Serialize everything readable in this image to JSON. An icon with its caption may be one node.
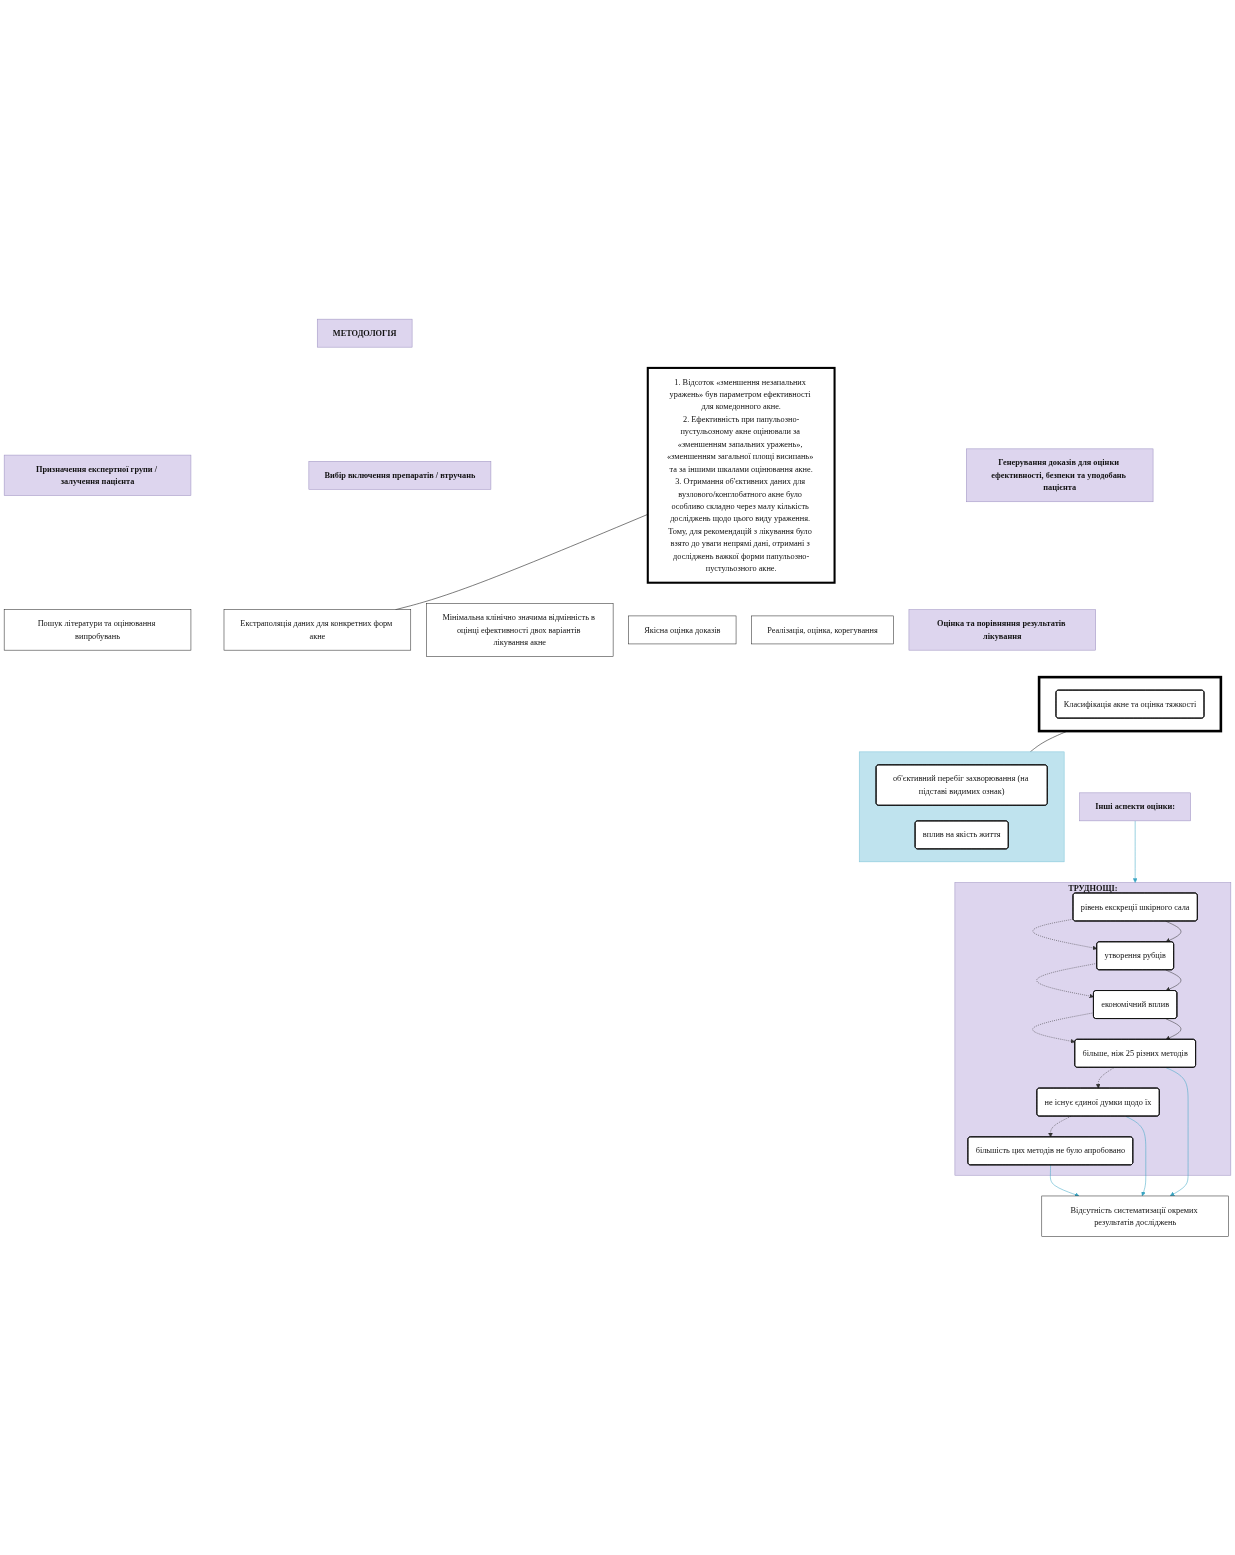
{
  "diagram": {
    "nodes": [
      {
        "text": [
          "МЕТОДОЛОГІЯ"
        ]
      },
      {
        "text": [
          "Призначення експертної групи / залучення пацієнта"
        ]
      },
      {
        "text": [
          "Вибір включення препаратів / втручань"
        ]
      },
      {
        "text": [
          "Генерування доказів для оцінки ефективності, безпеки та уподобань пацієнта"
        ]
      },
      {
        "text": [
          "Пошук літератури та оцінювання випробувань"
        ]
      },
      {
        "text": [
          "Екстраполяція даних для конкретних форм акне"
        ]
      },
      {
        "text": [
          "Мінімальна клінічно значима відмінність в оцінці ефективності двох варіантів лікування акне"
        ]
      },
      {
        "text": [
          "Якісна оцінка доказів"
        ]
      },
      {
        "text": [
          "Реалізація, оцінка, корегування"
        ]
      },
      {
        "text": [
          "1. Відсоток «зменшення незапальних уражень» був параметром ефективності для комедонного акне.",
          "2. Ефективність при папульозно-пустульозному акне оцінювали за «зменшенням запальних уражень», «зменшенням загальної площі висипань» та за іншими шкалами оцінювання акне.",
          "3. Отримання об'єктивних даних для вузлового/конглобатного акне було особливо складно через малу кількість досліджень щодо цього виду ураження. Тому, для рекомендацій з лікування було взято до уваги непрямі дані, отримані з досліджень важкої форми папульозно-пустульозного акне."
        ]
      },
      {
        "text": [
          "Оцінка та порівняння результатів лікування"
        ]
      },
      {
        "text": [],
        "shape": "box"
      },
      {
        "text": [
          "Класифікація акне та оцінка тяжкості"
        ],
        "in": 11
      },
      {
        "text": [],
        "shape": "box"
      },
      {
        "text": [
          "об'єктивний перебіг захворювання (на підставі видимих ознак)"
        ],
        "in": 13
      },
      {
        "text": [
          "вплив на якість життя"
        ],
        "in": 13
      },
      {
        "text": [
          "Інші аспекти оцінки:"
        ]
      },
      {
        "text": [
          "ТРУДНОЩІ:"
        ]
      },
      {
        "text": [
          "рівень екскреції шкірного сала"
        ],
        "in": 17
      },
      {
        "text": [
          "утворення рубців"
        ],
        "in": 17
      },
      {
        "text": [
          "економічний вплив"
        ],
        "in": 17
      },
      {
        "text": [
          "більше, ніж 25 різних методів"
        ],
        "in": 17
      },
      {
        "text": [
          "не існує єдиної думки щодо їх"
        ],
        "in": 17
      },
      {
        "text": [
          "більшість цих методів не було апробовано"
        ],
        "in": 17
      },
      {
        "text": [
          "Відсутність систематизації окремих результатів досліджень"
        ]
      }
    ],
    "edges": [
      {
        "from": 9,
        "to": 5,
        "arrow": "none",
        "color": "#000000"
      },
      {
        "from": 11,
        "to": 13,
        "arrow": "none",
        "color": "#000000"
      },
      {
        "from": 16,
        "to": 17,
        "arrow": "to",
        "color": "#3aa6c4"
      },
      {
        "from": 18,
        "to": 19,
        "arrow": "to"
      },
      {
        "from": 19,
        "to": 20,
        "arrow": "to"
      },
      {
        "from": 20,
        "to": 21,
        "arrow": "to"
      },
      {
        "from": 18,
        "to": 19,
        "arrow": "to",
        "style": "dashed"
      },
      {
        "from": 19,
        "to": 20,
        "arrow": "to",
        "style": "dashed"
      },
      {
        "from": 20,
        "to": 21,
        "arrow": "to",
        "style": "dashed"
      },
      {
        "from": 21,
        "to": 22,
        "arrow": "to",
        "style": "dashed"
      },
      {
        "from": 22,
        "to": 23,
        "arrow": "to",
        "style": "dashed"
      },
      {
        "from": 21,
        "to": 24,
        "arrow": "to",
        "color": "#3aa6c4"
      },
      {
        "from": 22,
        "to": 24,
        "arrow": "to",
        "color": "#3aa6c4"
      },
      {
        "from": 23,
        "to": 24,
        "arrow": "to",
        "color": "#3aa6c4"
      }
    ]
  }
}
